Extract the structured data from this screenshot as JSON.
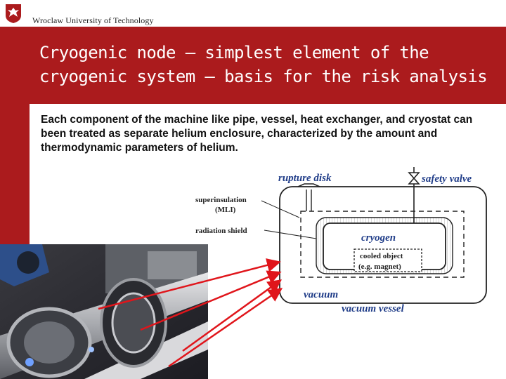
{
  "header": {
    "university": "Wroclaw University of Technology",
    "logo_icon": "eagle-crest-icon"
  },
  "slide": {
    "title": "Cryogenic node – simplest element of the cryogenic system – basis for the risk analysis",
    "body": "Each component of the machine like pipe, vessel, heat exchanger, and cryostat can been treated as separate helium enclosure, characterized by the amount and thermodynamic parameters of helium."
  },
  "diagram": {
    "rupture_disk": "rupture disk",
    "safety_valve": "safety valve",
    "superinsulation_line1": "superinsulation",
    "superinsulation_line2": "(MLI)",
    "radiation_shield": "radiation shield",
    "cryogen": "cryogen",
    "cooled_object_line1": "cooled object",
    "cooled_object_line2": "(e.g. magnet)",
    "vacuum": "vacuum",
    "vacuum_vessel": "vacuum vessel"
  },
  "colors": {
    "brand_red": "#ab1b1d",
    "label_blue": "#1f3c88",
    "arrow_red": "#e0151b"
  }
}
